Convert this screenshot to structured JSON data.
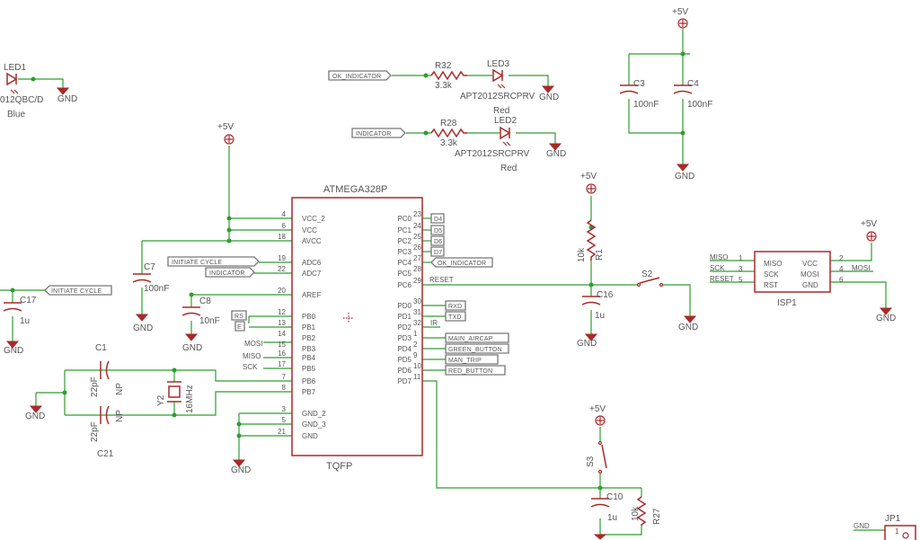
{
  "ic": {
    "name": "ATMEGA328P",
    "package": "TQFP",
    "left_pins": [
      {
        "num": "4",
        "name": "VCC_2"
      },
      {
        "num": "6",
        "name": "VCC"
      },
      {
        "num": "18",
        "name": "AVCC"
      },
      {
        "num": "19",
        "name": "ADC6"
      },
      {
        "num": "22",
        "name": "ADC7"
      },
      {
        "num": "20",
        "name": "AREF"
      },
      {
        "num": "12",
        "name": "PB0"
      },
      {
        "num": "13",
        "name": "PB1"
      },
      {
        "num": "14",
        "name": "PB2"
      },
      {
        "num": "15",
        "name": "PB3"
      },
      {
        "num": "16",
        "name": "PB4"
      },
      {
        "num": "17",
        "name": "PB5"
      },
      {
        "num": "7",
        "name": "PB6"
      },
      {
        "num": "8",
        "name": "PB7"
      },
      {
        "num": "3",
        "name": "GND_2"
      },
      {
        "num": "5",
        "name": "GND_3"
      },
      {
        "num": "21",
        "name": "GND"
      }
    ],
    "right_pins": [
      {
        "num": "23",
        "name": "PC0"
      },
      {
        "num": "24",
        "name": "PC1"
      },
      {
        "num": "25",
        "name": "PC2"
      },
      {
        "num": "26",
        "name": "PC3"
      },
      {
        "num": "27",
        "name": "PC4"
      },
      {
        "num": "28",
        "name": "PC5"
      },
      {
        "num": "29",
        "name": "PC6"
      },
      {
        "num": "30",
        "name": "PD0"
      },
      {
        "num": "31",
        "name": "PD1"
      },
      {
        "num": "32",
        "name": "PD2"
      },
      {
        "num": "1",
        "name": "PD3"
      },
      {
        "num": "2",
        "name": "PD4"
      },
      {
        "num": "9",
        "name": "PD5"
      },
      {
        "num": "10",
        "name": "PD6"
      },
      {
        "num": "11",
        "name": "PD7"
      }
    ]
  },
  "net_labels": {
    "d4": "D4",
    "d5": "D5",
    "d6": "D6",
    "d7": "D7",
    "ok_indicator": "OK_INDICATOR",
    "rxd": "RXD",
    "txd": "TXD",
    "main_aircap": "MAIN_AIRCAP",
    "green_button": "GREEN_BUTTON",
    "man_trip": "MAN_TRIP",
    "red_button": "RED_BUTTON",
    "initiate_cycle": "INITIATE CYCLE",
    "indicator": "INDICATOR",
    "rs": "RS",
    "e": "E",
    "reset": "RESET",
    "ir": "IR",
    "mosi": "MOSI",
    "miso": "MISO",
    "sck": "SCK"
  },
  "power": {
    "vcc": "+5V",
    "gnd": "GND"
  },
  "parts": {
    "led1": {
      "name": "LED1",
      "value": "012QBC/D",
      "color": "Blue"
    },
    "led2": {
      "name": "LED2",
      "value": "APT2012SRCPRV",
      "color": "Red"
    },
    "led3": {
      "name": "LED3",
      "value": "APT2012SRCPRV",
      "color": "Red"
    },
    "r32": {
      "name": "R32",
      "value": "3.3k"
    },
    "r28": {
      "name": "R28",
      "value": "3.3k"
    },
    "r1": {
      "name": "R1",
      "value": "10k"
    },
    "r27": {
      "name": "R27",
      "value": "10k"
    },
    "c1": {
      "name": "C1",
      "value": "22pF",
      "extra": "NP"
    },
    "c21": {
      "name": "C21",
      "value": "22pF",
      "extra": "NP"
    },
    "c3": {
      "name": "C3",
      "value": "100nF"
    },
    "c4": {
      "name": "C4",
      "value": "100nF"
    },
    "c7": {
      "name": "C7",
      "value": "100nF"
    },
    "c8": {
      "name": "C8",
      "value": "10nF"
    },
    "c10": {
      "name": "C10",
      "value": "1u"
    },
    "c16": {
      "name": "C16",
      "value": "1u"
    },
    "c17": {
      "name": "C17",
      "value": "1u"
    },
    "y2": {
      "name": "Y2",
      "value": "16MHz"
    },
    "s2": {
      "name": "S2"
    },
    "s3": {
      "name": "S3"
    },
    "isp1": {
      "name": "ISP1",
      "left": [
        {
          "num": "1",
          "name": "MISO",
          "net": "MISO"
        },
        {
          "num": "3",
          "name": "SCK",
          "net": "SCK"
        },
        {
          "num": "5",
          "name": "RST",
          "net": "RESET"
        }
      ],
      "right": [
        {
          "num": "2",
          "name": "VCC"
        },
        {
          "num": "4",
          "name": "MOSI",
          "net": "MOSI"
        },
        {
          "num": "6",
          "name": "GND"
        }
      ]
    },
    "jp1": {
      "name": "JP1",
      "pin": "1",
      "net": "GND"
    }
  }
}
